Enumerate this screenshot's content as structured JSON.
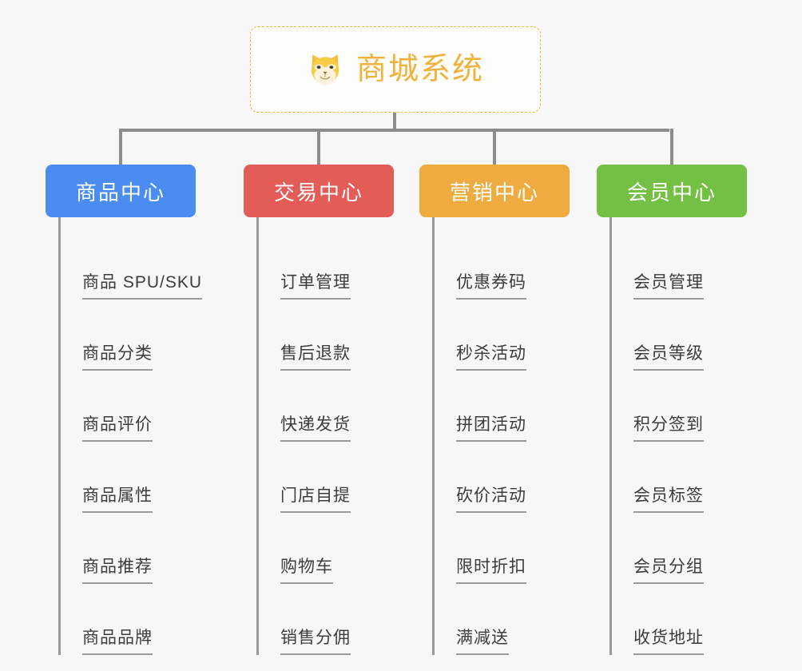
{
  "diagram": {
    "title": "商城系统",
    "root_icon": "shiba-dog-icon",
    "background_color": "#f7f7f7",
    "connector_color": "#8c8c8c",
    "root_border_color": "#e9b84a",
    "root_text_color": "#f0b23d",
    "leaf_text_color": "#3c3c3c",
    "leaf_rule_color": "#9a9a9a"
  },
  "categories": [
    {
      "label": "商品中心",
      "color": "#4a8cf0",
      "items": [
        {
          "label": "商品 SPU/SKU"
        },
        {
          "label": "商品分类"
        },
        {
          "label": "商品评价"
        },
        {
          "label": "商品属性"
        },
        {
          "label": "商品推荐"
        },
        {
          "label": "商品品牌"
        }
      ]
    },
    {
      "label": "交易中心",
      "color": "#e35c58",
      "items": [
        {
          "label": "订单管理"
        },
        {
          "label": "售后退款"
        },
        {
          "label": "快递发货"
        },
        {
          "label": "门店自提"
        },
        {
          "label": "购物车"
        },
        {
          "label": "销售分佣"
        }
      ]
    },
    {
      "label": "营销中心",
      "color": "#eeab3f",
      "items": [
        {
          "label": "优惠券码"
        },
        {
          "label": "秒杀活动"
        },
        {
          "label": "拼团活动"
        },
        {
          "label": "砍价活动"
        },
        {
          "label": "限时折扣"
        },
        {
          "label": "满减送"
        }
      ]
    },
    {
      "label": "会员中心",
      "color": "#74c045",
      "items": [
        {
          "label": "会员管理"
        },
        {
          "label": "会员等级"
        },
        {
          "label": "积分签到"
        },
        {
          "label": "会员标签"
        },
        {
          "label": "会员分组"
        },
        {
          "label": "收货地址"
        }
      ]
    }
  ]
}
